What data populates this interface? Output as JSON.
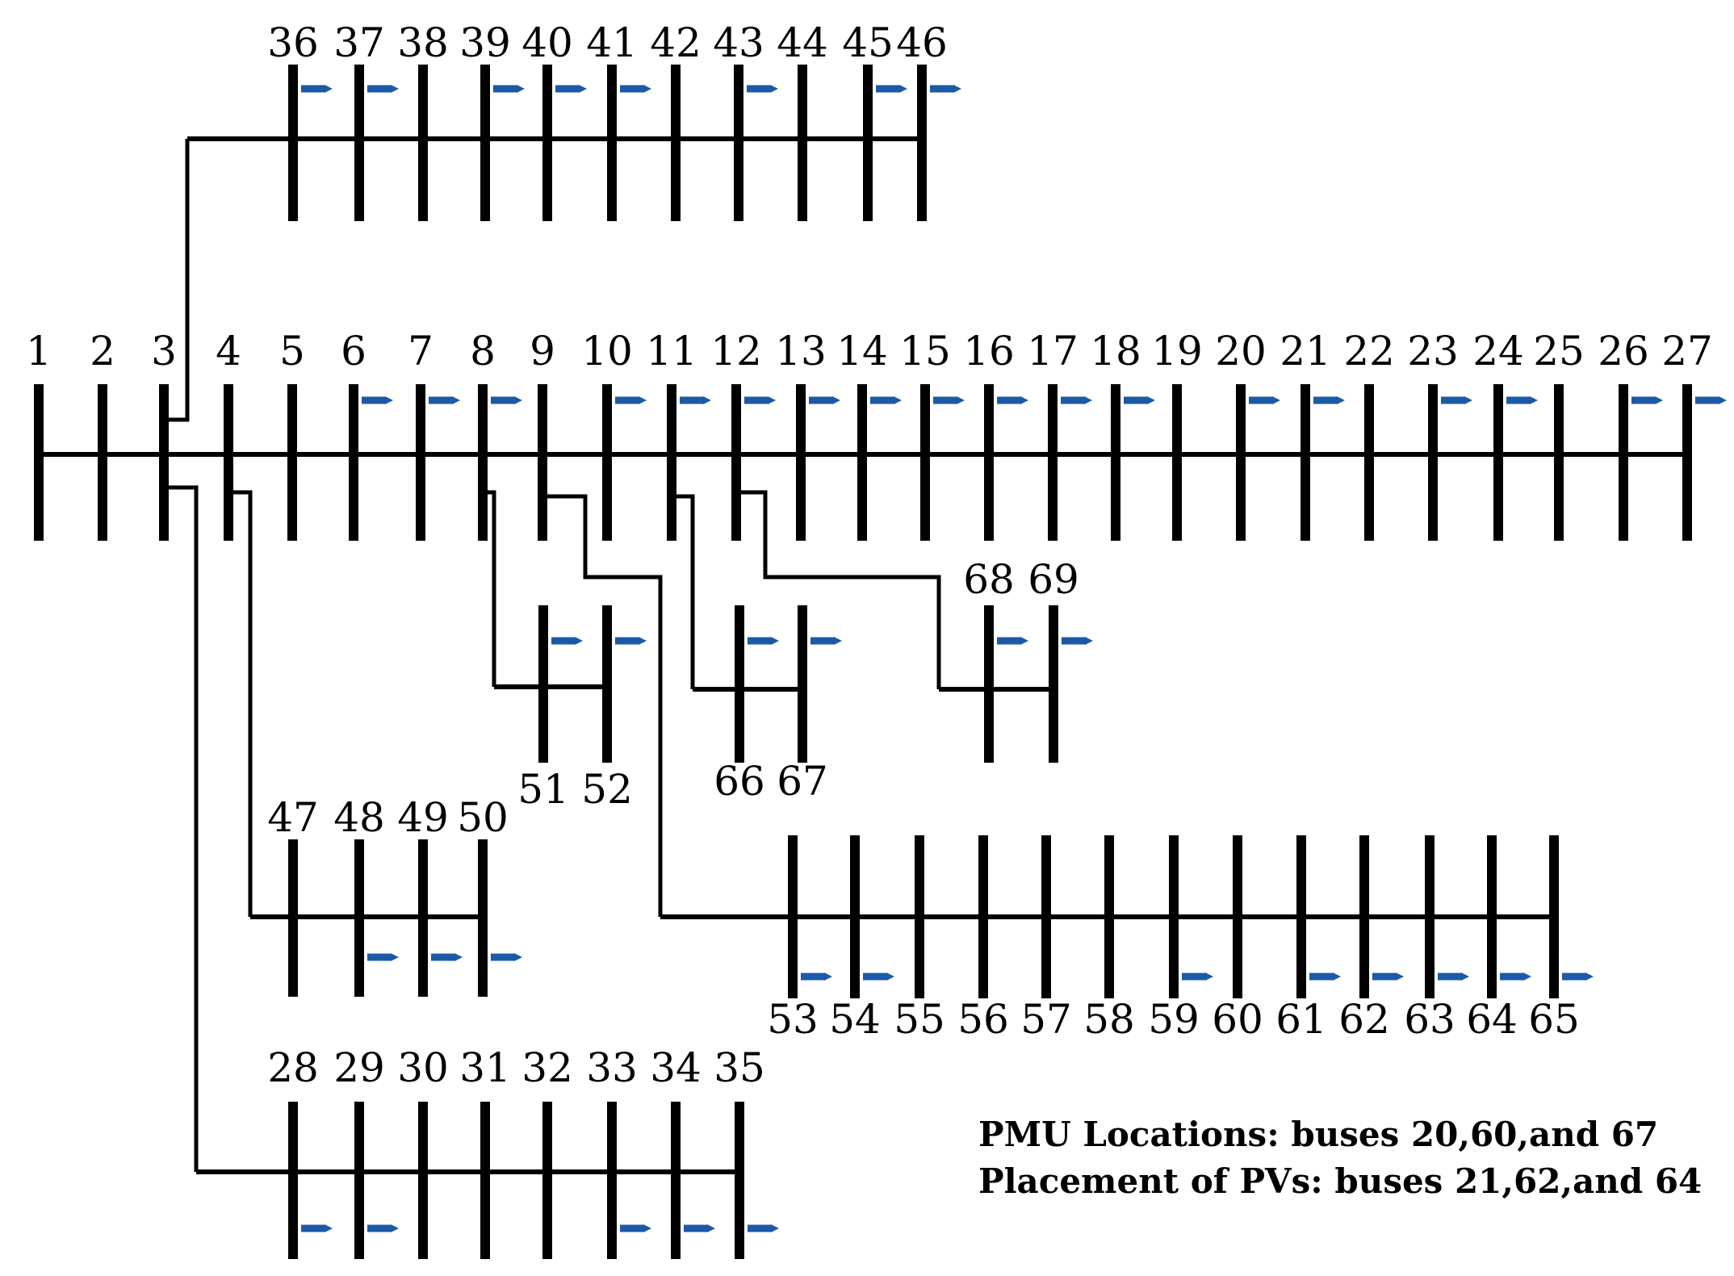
{
  "diagram": {
    "colors": {
      "line": "#000000",
      "load_arrow": "#1b5aa6",
      "background": "#ffffff"
    },
    "main_feeder": [
      {
        "bus": "1",
        "load": false
      },
      {
        "bus": "2",
        "load": false
      },
      {
        "bus": "3",
        "load": false
      },
      {
        "bus": "4",
        "load": false
      },
      {
        "bus": "5",
        "load": false
      },
      {
        "bus": "6",
        "load": true
      },
      {
        "bus": "7",
        "load": true
      },
      {
        "bus": "8",
        "load": true
      },
      {
        "bus": "9",
        "load": false
      },
      {
        "bus": "10",
        "load": true
      },
      {
        "bus": "11",
        "load": true
      },
      {
        "bus": "12",
        "load": true
      },
      {
        "bus": "13",
        "load": true
      },
      {
        "bus": "14",
        "load": true
      },
      {
        "bus": "15",
        "load": true
      },
      {
        "bus": "16",
        "load": true
      },
      {
        "bus": "17",
        "load": true
      },
      {
        "bus": "18",
        "load": true
      },
      {
        "bus": "19",
        "load": false
      },
      {
        "bus": "20",
        "load": true
      },
      {
        "bus": "21",
        "load": true
      },
      {
        "bus": "22",
        "load": false
      },
      {
        "bus": "23",
        "load": true
      },
      {
        "bus": "24",
        "load": true
      },
      {
        "bus": "25",
        "load": false
      },
      {
        "bus": "26",
        "load": true
      },
      {
        "bus": "27",
        "load": true
      }
    ],
    "lateral_36_46": [
      {
        "bus": "36",
        "load": true
      },
      {
        "bus": "37",
        "load": true
      },
      {
        "bus": "38",
        "load": false
      },
      {
        "bus": "39",
        "load": true
      },
      {
        "bus": "40",
        "load": true
      },
      {
        "bus": "41",
        "load": true
      },
      {
        "bus": "42",
        "load": false
      },
      {
        "bus": "43",
        "load": true
      },
      {
        "bus": "44",
        "load": false
      },
      {
        "bus": "45",
        "load": true
      },
      {
        "bus": "46",
        "load": true
      }
    ],
    "lateral_51_52": [
      {
        "bus": "51",
        "load": true
      },
      {
        "bus": "52",
        "load": true
      }
    ],
    "lateral_66_67": [
      {
        "bus": "66",
        "load": true
      },
      {
        "bus": "67",
        "load": true
      }
    ],
    "lateral_68_69": [
      {
        "bus": "68",
        "load": true
      },
      {
        "bus": "69",
        "load": true
      }
    ],
    "lateral_47_50": [
      {
        "bus": "47",
        "load": false
      },
      {
        "bus": "48",
        "load": true
      },
      {
        "bus": "49",
        "load": true
      },
      {
        "bus": "50",
        "load": true
      }
    ],
    "lateral_53_65": [
      {
        "bus": "53",
        "load": true
      },
      {
        "bus": "54",
        "load": true
      },
      {
        "bus": "55",
        "load": false
      },
      {
        "bus": "56",
        "load": false
      },
      {
        "bus": "57",
        "load": false
      },
      {
        "bus": "58",
        "load": false
      },
      {
        "bus": "59",
        "load": true
      },
      {
        "bus": "60",
        "load": false
      },
      {
        "bus": "61",
        "load": true
      },
      {
        "bus": "62",
        "load": true
      },
      {
        "bus": "63",
        "load": true
      },
      {
        "bus": "64",
        "load": true
      },
      {
        "bus": "65",
        "load": true
      }
    ],
    "lateral_28_35": [
      {
        "bus": "28",
        "load": true
      },
      {
        "bus": "29",
        "load": true
      },
      {
        "bus": "30",
        "load": false
      },
      {
        "bus": "31",
        "load": false
      },
      {
        "bus": "32",
        "load": false
      },
      {
        "bus": "33",
        "load": true
      },
      {
        "bus": "34",
        "load": true
      },
      {
        "bus": "35",
        "load": true
      }
    ]
  },
  "notes": {
    "pmu": "PMU Locations: buses 20,60,and 67",
    "pv": "Placement of PVs: buses 21,62,and 64"
  }
}
